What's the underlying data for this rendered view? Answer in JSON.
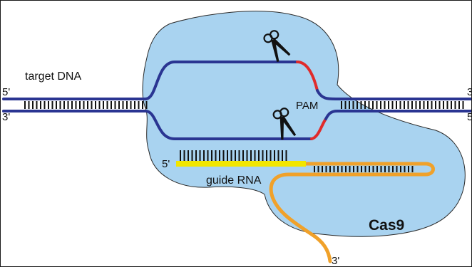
{
  "labels": {
    "target_dna": "target DNA",
    "pam": "PAM",
    "guide_rna": "guide RNA",
    "cas9": "Cas9",
    "five_prime": "5'",
    "three_prime": "3'"
  },
  "colors": {
    "cas9_fill": "#a9d3f0",
    "cas9_stroke": "#2a2a2a",
    "dna_strand": "#2a3592",
    "pam": "#e02b2b",
    "guide_rna": "#f2e600",
    "rna_tail": "#f0a12a",
    "base_ticks": "#111111"
  },
  "icons": {
    "scissors_top": "scissors-icon",
    "scissors_bottom": "scissors-icon"
  }
}
